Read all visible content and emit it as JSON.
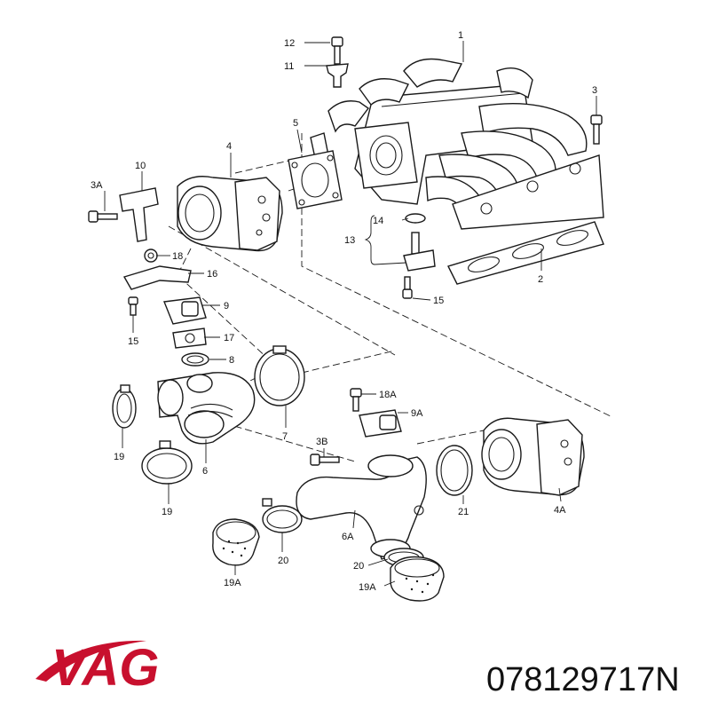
{
  "diagram": {
    "labels": {
      "l1": "1",
      "l2": "2",
      "l3": "3",
      "l3A": "3A",
      "l3B": "3B",
      "l4": "4",
      "l4A": "4A",
      "l5": "5",
      "l6": "6",
      "l6A": "6A",
      "l7": "7",
      "l8": "8",
      "l9": "9",
      "l9A": "9A",
      "l10": "10",
      "l11": "11",
      "l12": "12",
      "l13": "13",
      "l14": "14",
      "l15a": "15",
      "l15b": "15",
      "l16": "16",
      "l17": "17",
      "l18": "18",
      "l18A": "18A",
      "l19a": "19",
      "l19b": "19",
      "l19A1": "19A",
      "l19A2": "19A",
      "l20a": "20",
      "l20b": "20",
      "l21": "21"
    }
  },
  "brand": {
    "logo_text": "VAG",
    "logo_color": "#c8102e",
    "part_number": "078129717N"
  }
}
